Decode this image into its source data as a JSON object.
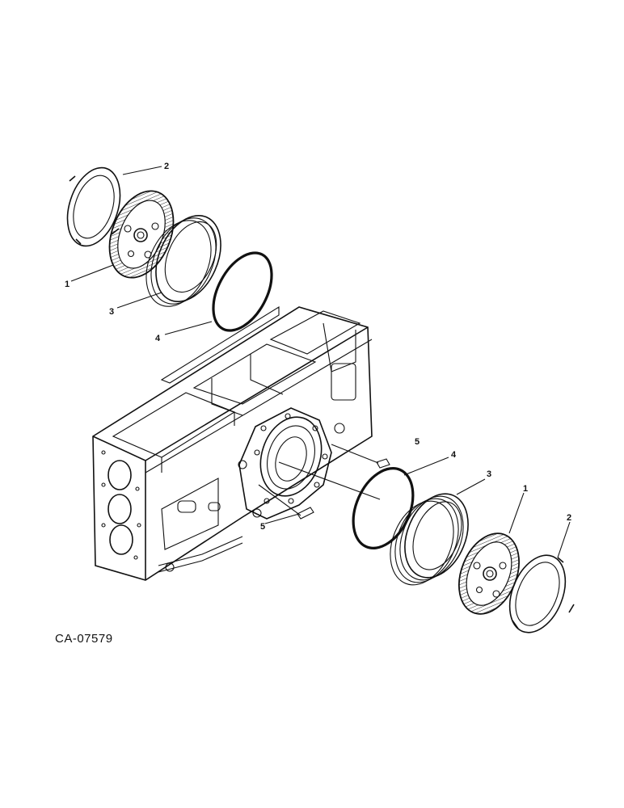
{
  "diagram": {
    "figure_code": "CA-07579",
    "callouts": [
      {
        "id": "upper-2",
        "text": "2"
      },
      {
        "id": "upper-1",
        "text": "1"
      },
      {
        "id": "upper-3",
        "text": "3"
      },
      {
        "id": "upper-4",
        "text": "4"
      },
      {
        "id": "lower-5a",
        "text": "5"
      },
      {
        "id": "lower-4",
        "text": "4"
      },
      {
        "id": "lower-3",
        "text": "3"
      },
      {
        "id": "lower-1",
        "text": "1"
      },
      {
        "id": "lower-2",
        "text": "2"
      },
      {
        "id": "lower-5b",
        "text": "5"
      }
    ]
  }
}
